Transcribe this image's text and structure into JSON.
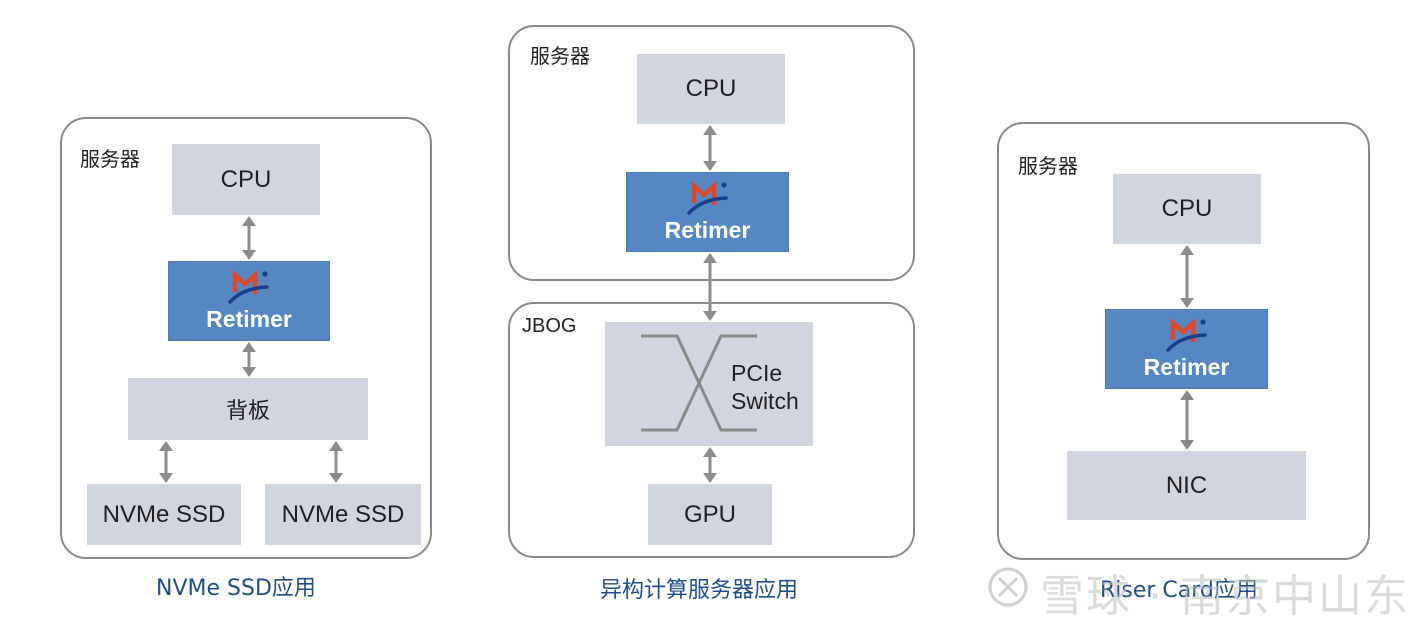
{
  "diagrams": [
    {
      "id": "nvme",
      "frame_label": "服务器",
      "cpu": "CPU",
      "retimer": "Retimer",
      "backplane": "背板",
      "ssd_left": "NVMe SSD",
      "ssd_right": "NVMe SSD",
      "caption": "NVMe SSD应用"
    },
    {
      "id": "heterogeneous",
      "frame_label": "服务器",
      "cpu": "CPU",
      "retimer": "Retimer",
      "jbog_label": "JBOG",
      "switch_line1": "PCIe",
      "switch_line2": "Switch",
      "gpu": "GPU",
      "caption": "异构计算服务器应用"
    },
    {
      "id": "riser",
      "frame_label": "服务器",
      "cpu": "CPU",
      "retimer": "Retimer",
      "nic": "NIC",
      "caption": "Riser Card应用"
    }
  ],
  "watermark": "雪球 · 南京中山东",
  "colors": {
    "component_fill": "#d0d5e0",
    "retimer_fill": "#5587c2",
    "caption_text": "#1f4e8c",
    "arrow": "#8c8c8c",
    "logo_red": "#e0462a",
    "logo_blue": "#1b3f8c"
  }
}
